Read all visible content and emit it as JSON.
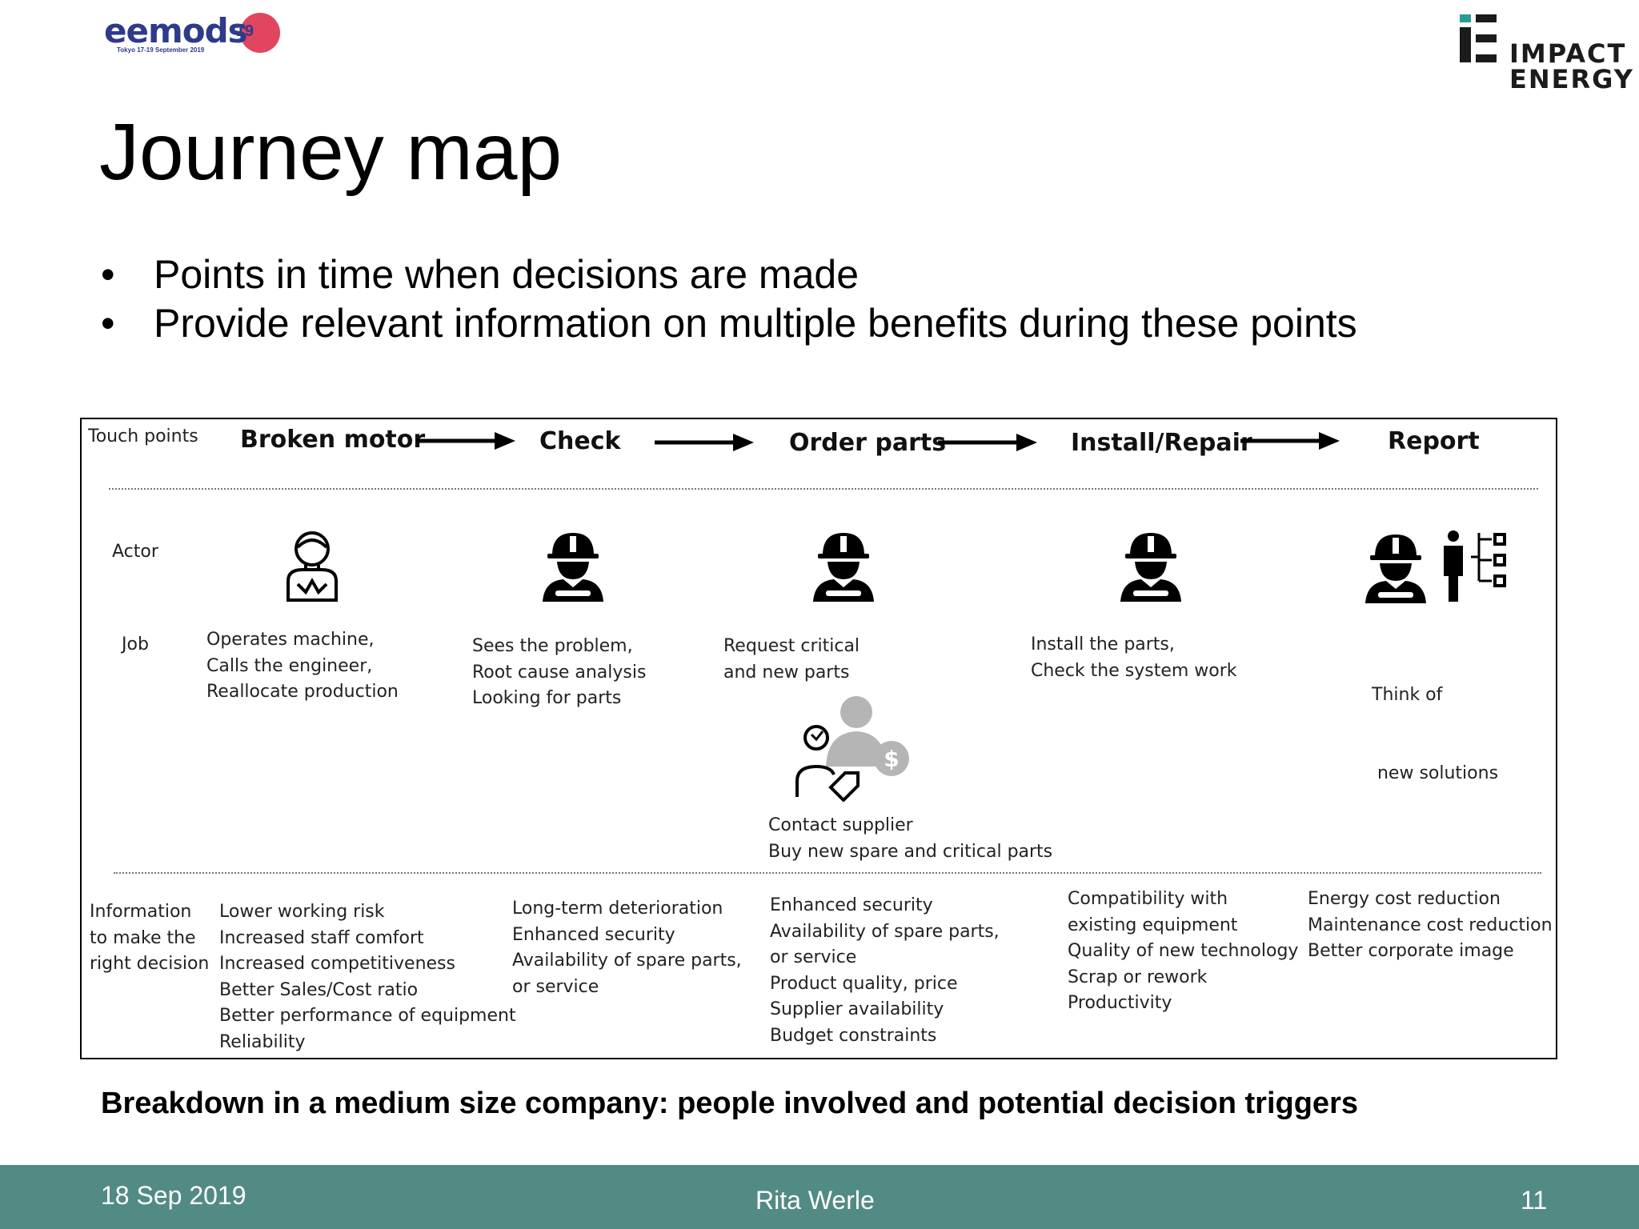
{
  "header": {
    "conference_logo": {
      "word": "eemods",
      "year": "'19",
      "subtitle": "Tokyo 17-19 September 2019"
    },
    "company_logo": {
      "line1": "IMPACT",
      "line2": "ENERGY"
    }
  },
  "title": "Journey map",
  "bullets": [
    "Points in time when decisions are made",
    "Provide relevant information on multiple benefits during these points"
  ],
  "diagram": {
    "row_labels": {
      "touch_points": "Touch points",
      "actor": "Actor",
      "job": "Job",
      "information": [
        "Information",
        "to make the",
        "right decision"
      ]
    },
    "stages": [
      "Broken motor",
      "Check",
      "Order parts",
      "Install/Repair",
      "Report"
    ],
    "actors": [
      "operator-icon",
      "worker-icon",
      "worker-icon",
      "worker-icon",
      "worker-icon",
      "manager-checklist-icon"
    ],
    "jobs": [
      [
        "Operates machine,",
        "Calls the engineer,",
        "Reallocate production"
      ],
      [
        "Sees the problem,",
        "Root cause analysis",
        "Looking for parts"
      ],
      [
        "Request critical",
        "and new parts"
      ],
      [
        "Install the parts,",
        "Check the system work"
      ],
      [
        "Think of",
        " new solutions"
      ]
    ],
    "supplier": {
      "icon": "supplier-icon",
      "lines": [
        "Contact supplier",
        "Buy new spare and critical parts"
      ]
    },
    "information": [
      [
        "Lower working risk",
        "Increased staff comfort",
        "Increased competitiveness",
        "Better Sales/Cost ratio",
        "Better performance of equipment",
        "Reliability"
      ],
      [
        "Long-term deterioration",
        "Enhanced security",
        "Availability of spare parts,",
        "or service"
      ],
      [
        "Enhanced security",
        "Availability of spare parts,",
        "or service",
        "Product quality, price",
        "Supplier availability",
        "Budget constraints"
      ],
      [
        "Compatibility with",
        "existing equipment",
        "Quality of new technology",
        "Scrap or rework",
        "Productivity"
      ],
      [
        "Energy cost reduction",
        "Maintenance cost reduction",
        "Better corporate image"
      ]
    ]
  },
  "caption": "Breakdown in a medium size company: people involved and potential decision triggers",
  "footer": {
    "date": "18 Sep 2019",
    "author": "Rita Werle",
    "page": "11"
  },
  "colors": {
    "footer_bg": "#528b83",
    "eemods_blue": "#2e3a8c",
    "eemods_red": "#e2455e",
    "impact_teal": "#2a9d8f"
  }
}
